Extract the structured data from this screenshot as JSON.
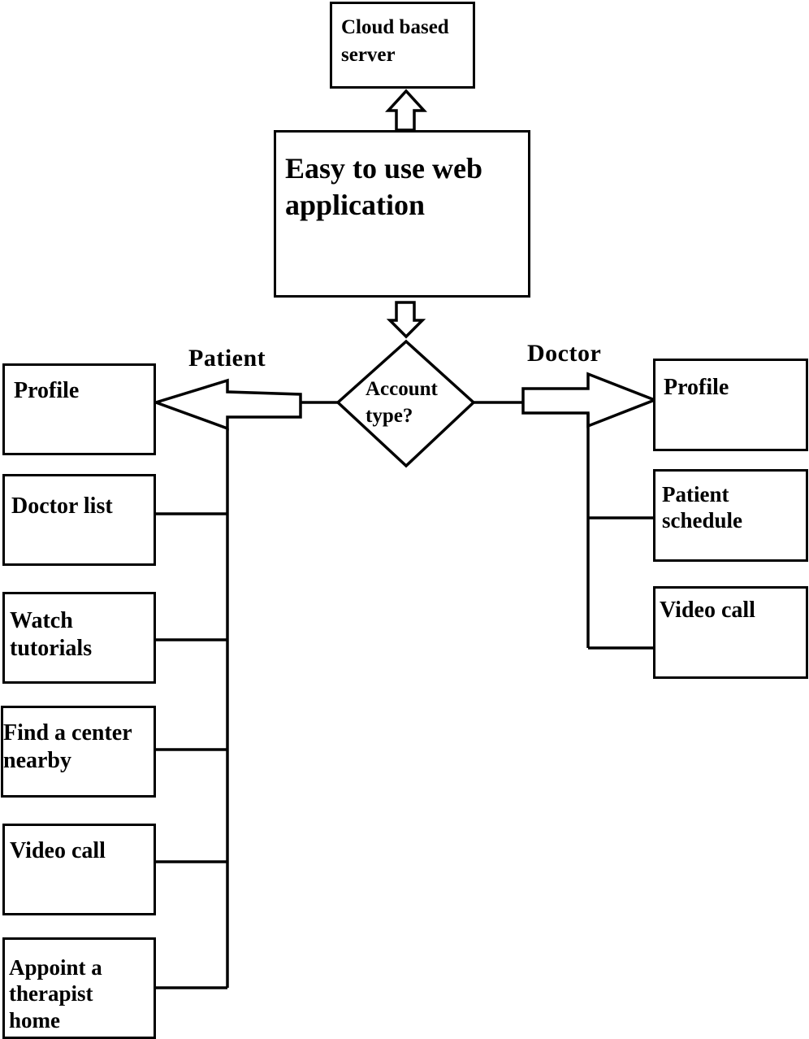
{
  "nodes": {
    "cloud_server": "Cloud based\nserver",
    "web_app": "Easy to use web\napplication",
    "account_type": "Account\ntype?",
    "patient": {
      "profile": "Profile",
      "doctor_list": "Doctor list",
      "watch_tutorials": "Watch\ntutorials",
      "find_center": "Find a center\nnearby",
      "video_call": "Video call",
      "appoint_therapist": "Appoint a\ntherapist\nhome"
    },
    "doctor": {
      "profile": "Profile",
      "patient_schedule": "Patient\nschedule",
      "video_call": "Video call"
    }
  },
  "branch_labels": {
    "patient": "Patient",
    "doctor": "Doctor"
  }
}
